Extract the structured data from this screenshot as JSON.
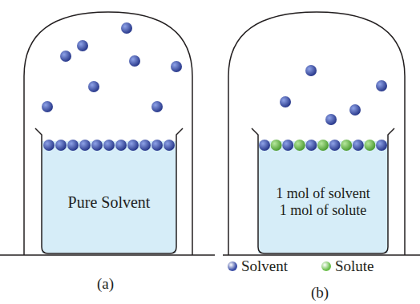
{
  "diagram": {
    "nodes": [
      {
        "text": [
          "Pure Solvent"
        ]
      },
      {
        "text": [
          "1 mol of solvent",
          "1 mol of solute"
        ]
      }
    ],
    "labels": [
      "(a)",
      "(b)"
    ],
    "legend": [
      {
        "text": "Solvent",
        "color": "#3b4ea6"
      },
      {
        "text": "Solute",
        "color": "#6cbf4c"
      }
    ]
  }
}
